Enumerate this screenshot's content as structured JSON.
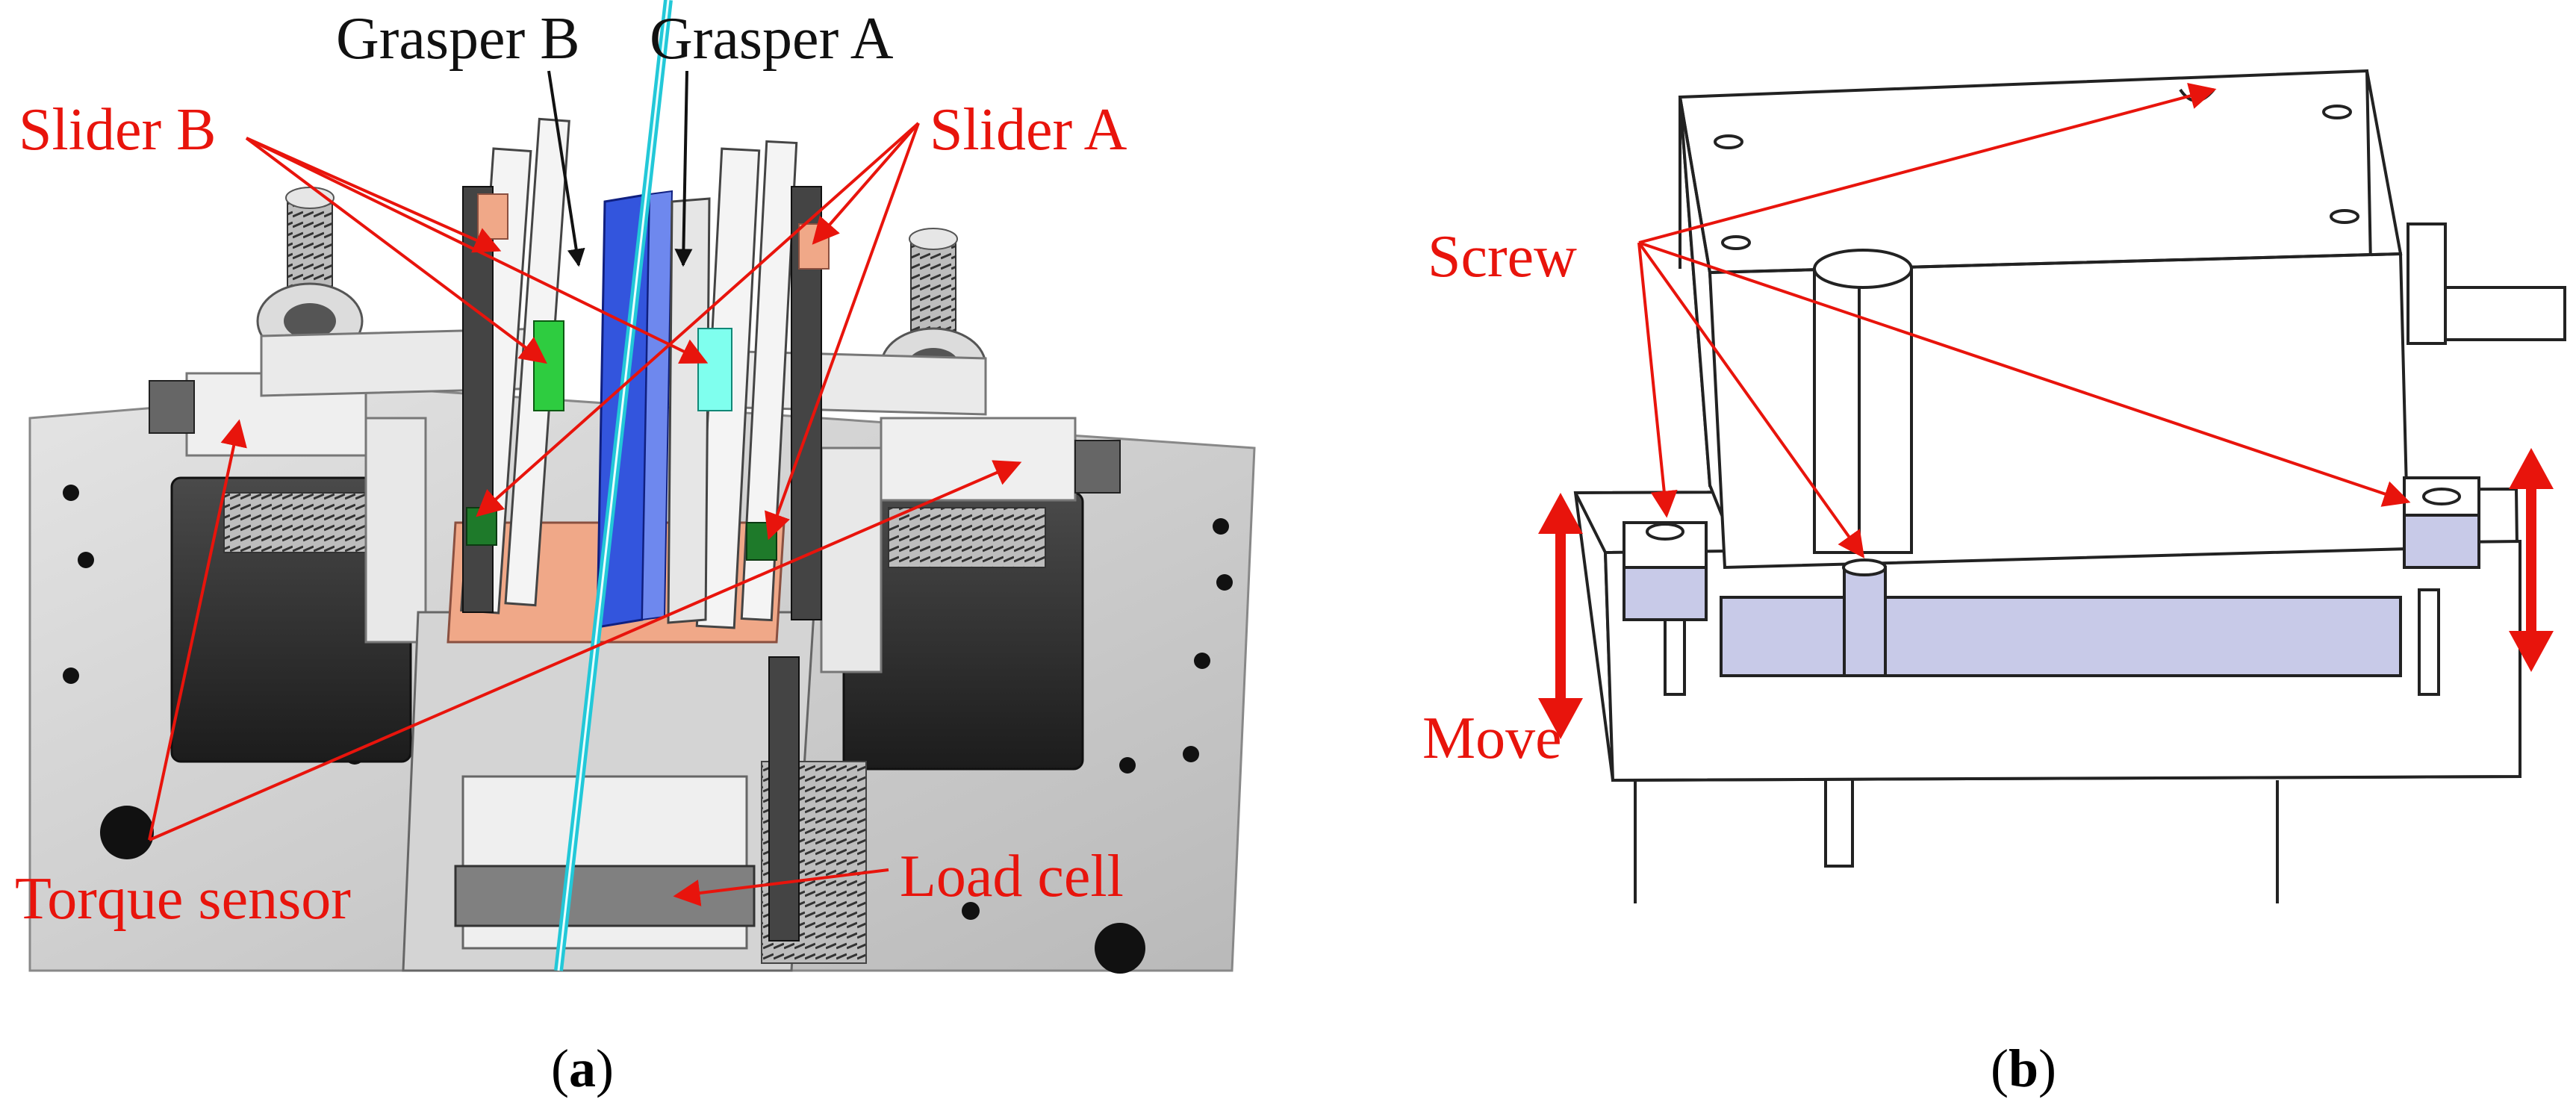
{
  "panel_a": {
    "labels": {
      "grasper_b": "Grasper B",
      "grasper_a": "Grasper A",
      "slider_b": "Slider B",
      "slider_a": "Slider A",
      "torque_sensor": "Torque sensor",
      "load_cell": "Load cell"
    },
    "caption": {
      "open": "(",
      "letter": "a",
      "close": ")"
    }
  },
  "panel_b": {
    "labels": {
      "screw": "Screw",
      "move": "Move"
    },
    "caption": {
      "open": "(",
      "letter": "b",
      "close": ")"
    }
  },
  "colors": {
    "annotation": "#e8140c",
    "grasper_arrow": "#111111",
    "slider_green": "#2ecc40",
    "slider_cyan": "#7fffee",
    "copper": "#f0a888",
    "blue_rod": "#3355dd",
    "cyan_wire": "#22c8d8",
    "steel_gray": "#c8c8c8",
    "motor_black": "#2a2a2a",
    "lavender": "#c8cae8"
  }
}
